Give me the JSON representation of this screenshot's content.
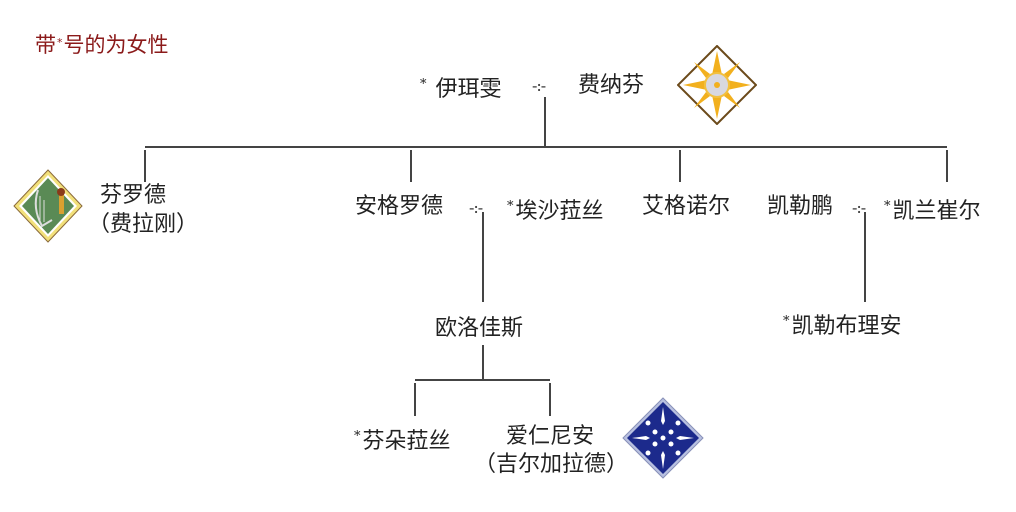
{
  "legend": {
    "prefix": "带",
    "marker": "*",
    "suffix": "号的为女性",
    "color": "#8b1a1a"
  },
  "marriage_link": "-:-",
  "people": {
    "irime": {
      "marker": "*",
      "name": "伊珥雯"
    },
    "finarfin": {
      "name": "费纳芬"
    },
    "finrod": {
      "name": "芬罗德",
      "alias": "（费拉刚）"
    },
    "angrod": {
      "name": "安格罗德"
    },
    "eldalote": {
      "marker": "*",
      "name": "埃沙菈丝"
    },
    "aegnor": {
      "name": "艾格诺尔"
    },
    "celeborn": {
      "name": "凯勒鹏"
    },
    "galadriel": {
      "marker": "*",
      "name": "凯兰崔尔"
    },
    "orodreth": {
      "name": "欧洛佳斯"
    },
    "celebrian": {
      "marker": "*",
      "name": "凯勒布理安"
    },
    "finduilas": {
      "marker": "*",
      "name": "芬朵菈丝"
    },
    "ereinion": {
      "name": "爱仁尼安",
      "alias": "（吉尔加拉德）"
    }
  },
  "emblems": {
    "finarfin": {
      "icon": "sun-emblem-icon",
      "color": "#f2b01e"
    },
    "finrod": {
      "icon": "harp-torch-emblem-icon",
      "color": "#5a8a55"
    },
    "gilgalad": {
      "icon": "stars-emblem-icon",
      "color": "#1c2a8c"
    }
  }
}
